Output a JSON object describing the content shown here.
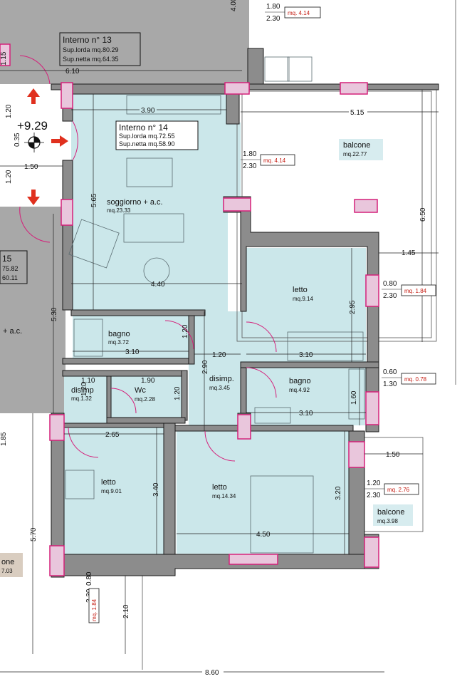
{
  "colors": {
    "room_fill": "#cbe7ea",
    "outside_fill": "#a8a8a8",
    "wall_fill": "#8c8c8c",
    "wall_stroke": "#1a1a1a",
    "window": "#d4207a",
    "red": "#c41a10",
    "balcony_label_bg": "#d7ecef",
    "neighbor_label_bg": "#d9cdc0"
  },
  "unit14": {
    "title": "Interno  n°  14",
    "lorda": "Sup.lorda  mq.72.55",
    "netta": "Sup.netta  mq.58.90"
  },
  "unit13": {
    "title": "Interno  n°  13",
    "lorda": "Sup.lorda  mq.80.29",
    "netta": "Sup.netta  mq.64.35"
  },
  "unit15": {
    "num": "15",
    "lorda": "75.82",
    "netta": "60.11",
    "room": "+  a.c."
  },
  "level": "+9.29",
  "rooms": {
    "soggiorno": {
      "name": "soggiorno  +  a.c.",
      "area": "mq.23.33"
    },
    "balcone_top": {
      "name": "balcone",
      "area": "mq.22.77"
    },
    "letto1": {
      "name": "letto",
      "area": "mq.9.14"
    },
    "bagno1": {
      "name": "bagno",
      "area": "mq.3.72"
    },
    "disimp1": {
      "name": "disimp.",
      "area": "mq.3.45"
    },
    "bagno2": {
      "name": "bagno",
      "area": "mq.4.92"
    },
    "disimp2": {
      "name": "disimp",
      "area": "mq.1.32"
    },
    "wc": {
      "name": "Wc",
      "area": "mq.2.28"
    },
    "letto2": {
      "name": "letto",
      "area": "mq.9.01"
    },
    "letto3": {
      "name": "letto",
      "area": "mq.14.34"
    },
    "balcone_small": {
      "name": "balcone",
      "area": "mq.3.98"
    },
    "neighbor_balcone": {
      "name": "one",
      "area": "7.03"
    }
  },
  "windows": [
    {
      "h1": "1.80",
      "h2": "2.30",
      "label": "mq.  4.14"
    },
    {
      "h1": "1.80",
      "h2": "2.30",
      "label": "mq.  4.14"
    },
    {
      "h1": "0.80",
      "h2": "2.30",
      "label": "mq.  1.84"
    },
    {
      "h1": "0.60",
      "h2": "1.30",
      "label": "mq.  0.78"
    },
    {
      "h1": "1.20",
      "h2": "2.30",
      "label": "mq.  2.76"
    },
    {
      "h1": "0.80",
      "h2": "2.30",
      "label": "mq.  1.84"
    }
  ],
  "dims": {
    "d_610": "6.10",
    "d_390": "3.90",
    "d_515": "5.15",
    "d_120a": "1.20",
    "d_035": "0.35",
    "d_150a": "1.50",
    "d_120b": "1.20",
    "d_565": "5.65",
    "d_650": "6.50",
    "d_145": "1.45",
    "d_440": "4.40",
    "d_295": "2.95",
    "d_530": "5.30",
    "d_120c": "1.20",
    "d_310a": "3.10",
    "d_120d": "1.20",
    "d_310b": "3.10",
    "d_290": "2.90",
    "d_110": "1.10",
    "d_190": "1.90",
    "d_120e": "1.20",
    "d_120f": "1.20",
    "d_160": "1.60",
    "d_310c": "3.10",
    "d_265": "2.65",
    "d_150b": "1.50",
    "d_340": "3.40",
    "d_320": "3.20",
    "d_450": "4.50",
    "d_570": "5.70",
    "d_210": "2.10",
    "d_860": "8.60",
    "d_400": "4.00",
    "d_115": "1.15",
    "d_185": "1.85"
  }
}
